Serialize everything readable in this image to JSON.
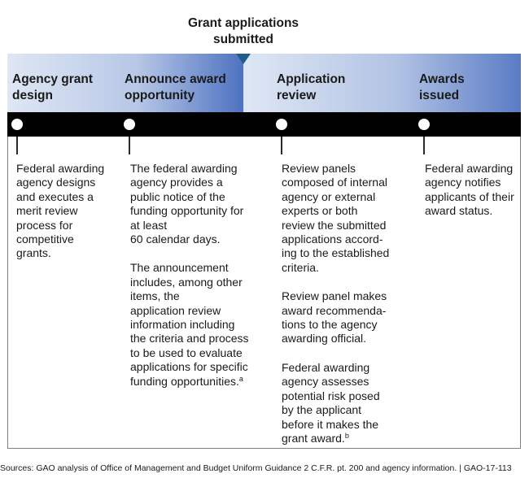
{
  "top_title": "Grant applications\nsubmitted",
  "phases": [
    {
      "label": "Agency grant\ndesign"
    },
    {
      "label": "Announce award\nopportunity"
    },
    {
      "label": "Application\nreview"
    },
    {
      "label": "Awards\nissued"
    }
  ],
  "descriptions": [
    {
      "paragraphs": [
        "Federal awarding\nagency designs\nand executes a\nmerit review\nprocess for\ncompetitive\ngrants."
      ]
    },
    {
      "paragraphs": [
        "The federal awarding\nagency provides a\npublic notice of the\nfunding opportunity for\nat least\n60 calendar days.",
        "The announcement\nincludes, among other\nitems, the\napplication review\ninformation including\nthe criteria and process\nto be used to evaluate\napplications for specific\nfunding opportunities."
      ],
      "footnote": "a"
    },
    {
      "paragraphs": [
        "Review panels\ncomposed of internal\nagency or external\nexperts or both\nreview the submitted\napplications accord-\ning to the established\ncriteria.",
        "Review panel makes\naward recommenda-\ntions to the agency\nawarding official.",
        "Federal awarding\nagency assesses\npotential risk posed\nby the applicant\nbefore it makes the\ngrant award."
      ],
      "footnote": "b"
    },
    {
      "paragraphs": [
        "Federal awarding\nagency notifies\napplicants of their\naward status."
      ]
    }
  ],
  "sources": "Sources: GAO analysis of Office of Management and Budget Uniform Guidance 2 C.F.R. pt. 200 and agency information.  |  GAO-17-113",
  "colors": {
    "marker": "#1f5d8e",
    "band_dark": "#4e72c1",
    "band_light": "#dfe7f4",
    "timeline": "#000000"
  }
}
